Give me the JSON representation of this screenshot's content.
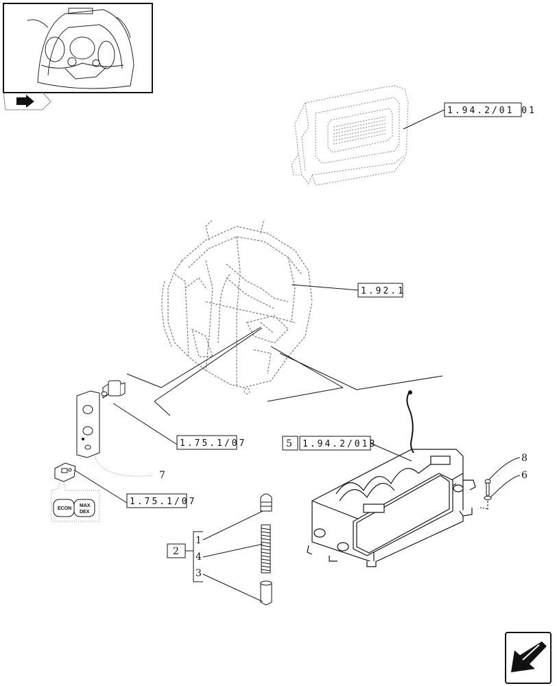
{
  "references": {
    "r1": "1.94.2/01 01",
    "r2": "1.92.1",
    "r3": "1.75.1/07",
    "r4": "1.94.2/01B",
    "r5": "1.75.1/07"
  },
  "item_numbers": {
    "n5": "5",
    "n2": "2",
    "n1": "1",
    "n4": "4",
    "n3": "3",
    "n7": "7",
    "n8": "8",
    "n6": "6"
  },
  "switch_labels": {
    "econ": "ECON",
    "max": "MAX",
    "dex": "DEX"
  },
  "colors": {
    "line": "#111111",
    "faint": "#666666"
  },
  "icons": {
    "top_nav": "arrow-icon",
    "bottom_nav": "arrow-icon"
  }
}
